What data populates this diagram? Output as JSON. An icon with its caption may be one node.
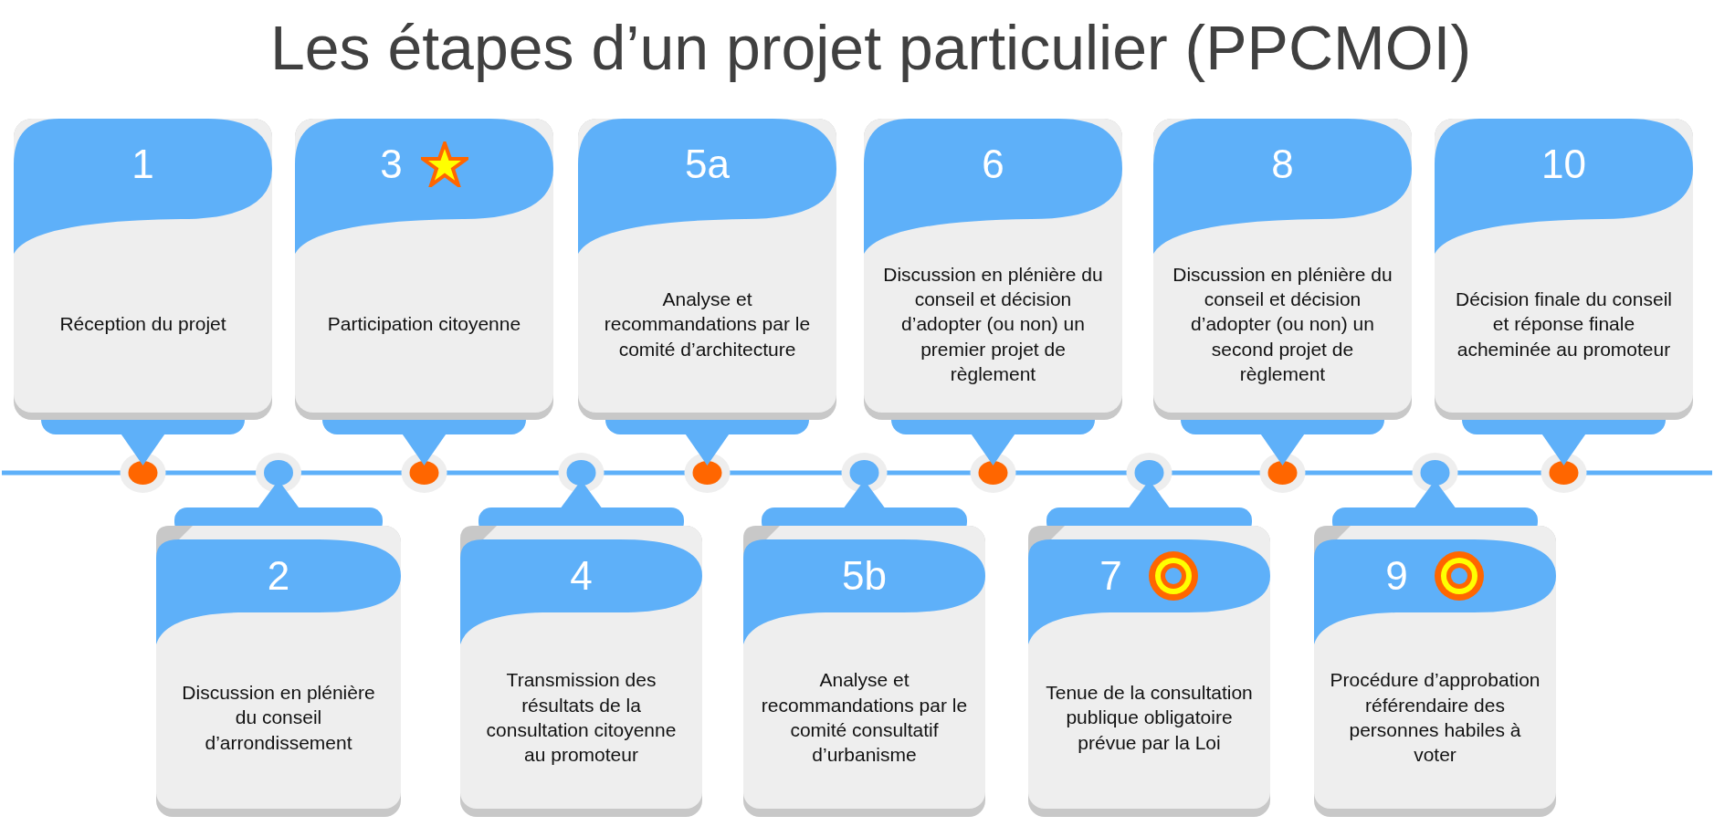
{
  "diagram": {
    "title": "Les étapes d’un projet particulier (PPCMOI)",
    "nodes": [
      {
        "text": [
          "1",
          "Réception du projet"
        ]
      },
      {
        "text": [
          "2",
          "Discussion en plénière du conseil d’arrondissement"
        ]
      },
      {
        "text": [
          "3",
          "Participation citoyenne"
        ]
      },
      {
        "text": [
          "4",
          "Transmission des résultats de la consultation citoyenne au promoteur"
        ]
      },
      {
        "text": [
          "5a",
          "Analyse et recommandations par le comité d’architecture"
        ]
      },
      {
        "text": [
          "5b",
          "Analyse et recommandations par le comité consultatif d’urbanisme"
        ]
      },
      {
        "text": [
          "6",
          "Discussion en plénière du conseil et décision d’adopter (ou non) un premier projet de règlement"
        ]
      },
      {
        "text": [
          "7",
          "Tenue de la consultation publique obligatoire prévue par la Loi"
        ]
      },
      {
        "text": [
          "8",
          "Discussion en plénière du conseil et décision d’adopter (ou non) un second  projet de règlement"
        ]
      },
      {
        "text": [
          "9",
          "Procédure d’approbation référendaire des personnes habiles à voter"
        ]
      },
      {
        "text": [
          "10",
          "Décision finale du conseil et réponse finale acheminée au promoteur"
        ]
      }
    ]
  }
}
